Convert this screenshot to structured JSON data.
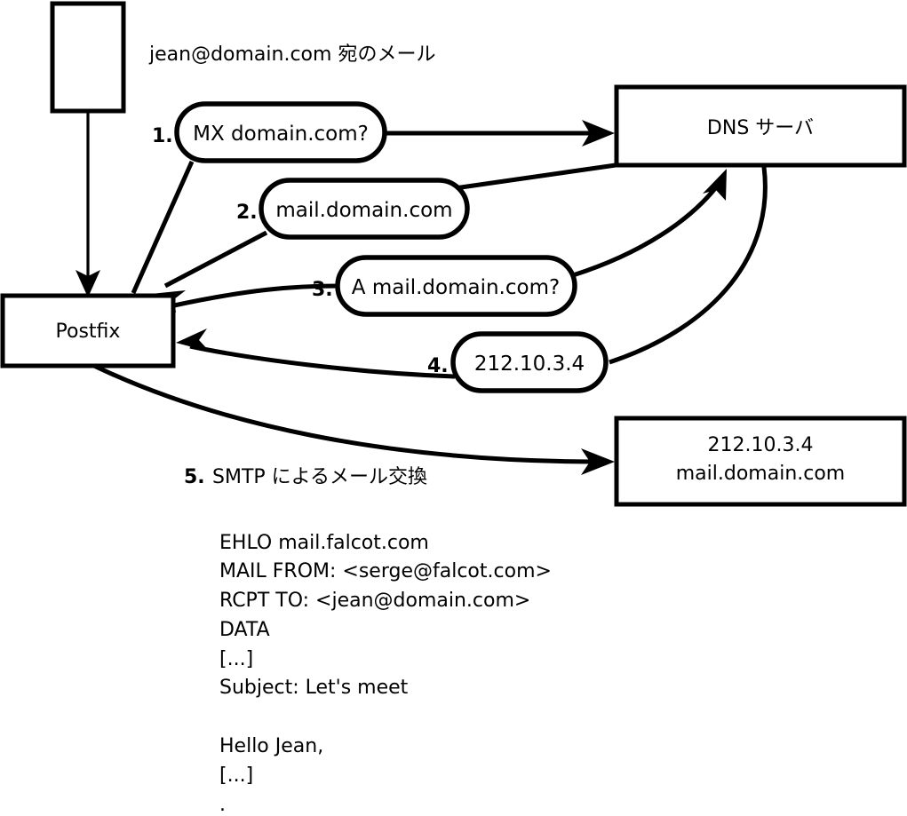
{
  "diagram": {
    "title_note": "jean@domain.com 宛のメール",
    "nodes": [
      {
        "id": "mua",
        "label": "",
        "kind": "rect"
      },
      {
        "id": "postfix",
        "label": "Postfix",
        "kind": "rect"
      },
      {
        "id": "dns",
        "label": "DNS サーバ",
        "kind": "rect"
      },
      {
        "id": "mailhost",
        "label_line1": "212.10.3.4",
        "label_line2": "mail.domain.com",
        "kind": "rect"
      }
    ],
    "steps": [
      {
        "num": "1.",
        "label": "MX domain.com?"
      },
      {
        "num": "2.",
        "label": "mail.domain.com"
      },
      {
        "num": "3.",
        "label": "A mail.domain.com?"
      },
      {
        "num": "4.",
        "label": "212.10.3.4"
      },
      {
        "num": "5.",
        "label": "SMTP によるメール交換"
      }
    ],
    "smtp_transcript": [
      "EHLO mail.falcot.com",
      "MAIL FROM: <serge@falcot.com>",
      "RCPT TO: <jean@domain.com>",
      "DATA",
      "[...]",
      "Subject: Let's meet",
      "",
      "Hello Jean,",
      "[...]",
      "."
    ],
    "colors": {
      "stroke": "#000000",
      "fill": "#ffffff",
      "text": "#000000"
    }
  }
}
